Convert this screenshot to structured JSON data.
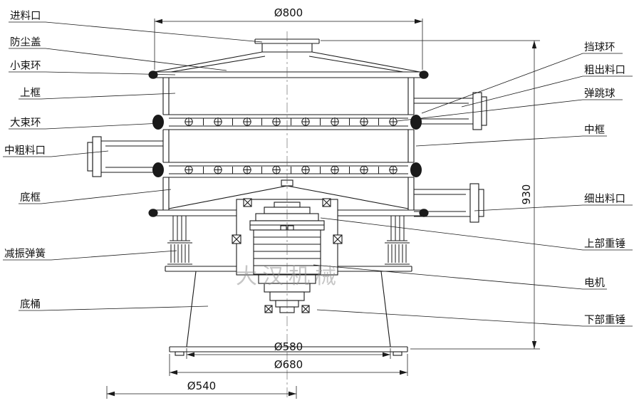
{
  "watermark": "大汉机械",
  "labels": {
    "left": [
      {
        "text": "进料口"
      },
      {
        "text": "防尘盖"
      },
      {
        "text": "小束环"
      },
      {
        "text": "上框"
      },
      {
        "text": "大束环"
      },
      {
        "text": "中粗料口"
      },
      {
        "text": "底框"
      },
      {
        "text": "减振弹簧"
      },
      {
        "text": "底桶"
      }
    ],
    "right": [
      {
        "text": "挡球环"
      },
      {
        "text": "粗出料口"
      },
      {
        "text": "弹跳球"
      },
      {
        "text": "中框"
      },
      {
        "text": "细出料口"
      },
      {
        "text": "上部重锤"
      },
      {
        "text": "电机"
      },
      {
        "text": "下部重锤"
      }
    ]
  },
  "dimensions": {
    "top_diameter": "Ø800",
    "height": "930",
    "barrel_top": "Ø580",
    "barrel_bottom": "Ø680",
    "base": "Ø540"
  }
}
